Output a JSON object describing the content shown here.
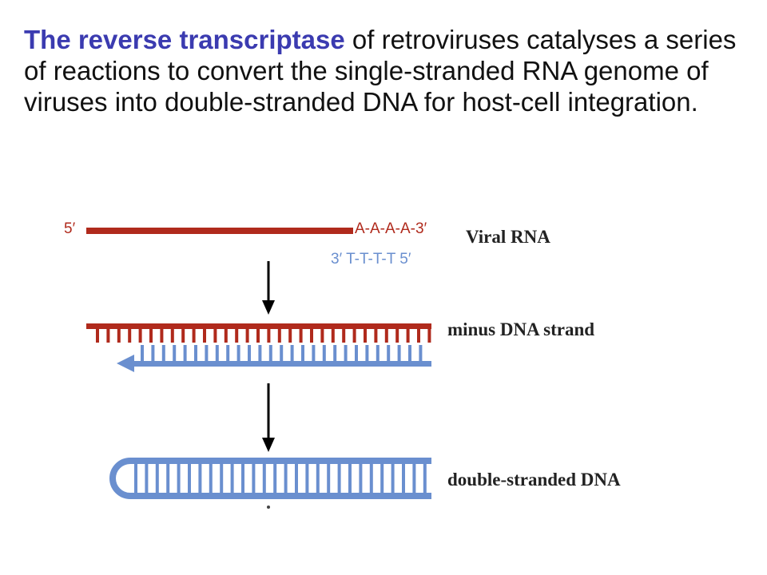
{
  "caption": {
    "lead": "The reverse transcriptase",
    "rest": " of retroviruses catalyses a series of reactions to convert the single-stranded RNA genome of viruses into double-stranded DNA for host-cell integration."
  },
  "diagram": {
    "colors": {
      "rna": "#b02a1c",
      "dna": "#6a8fcf",
      "arrow": "#000000"
    },
    "rna_5prime": "5′",
    "rna_tail": "A-A-A-A-3′",
    "primer": "3′  T-T-T-T  5′",
    "label_viral_rna": "Viral RNA",
    "label_minus_dna": "minus DNA strand",
    "label_double_dna": "double-stranded DNA"
  }
}
